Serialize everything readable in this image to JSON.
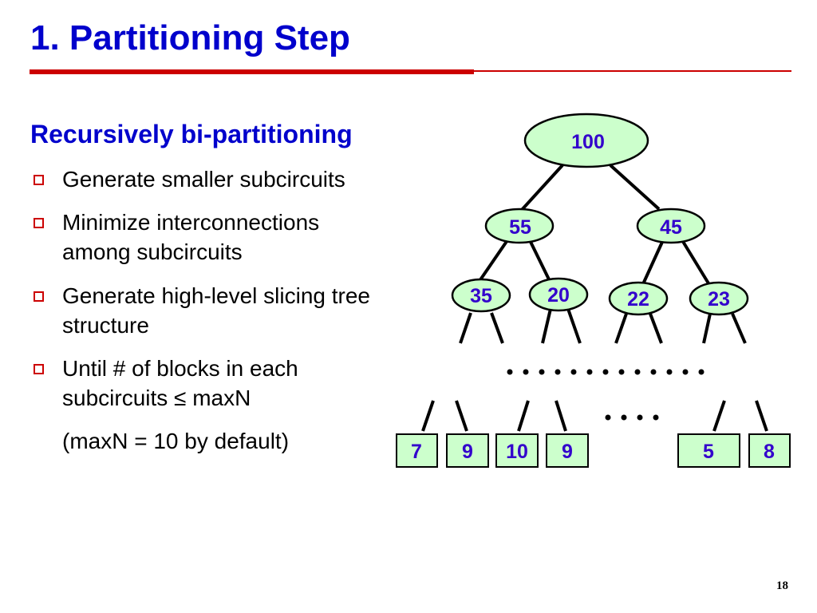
{
  "slide": {
    "title": "1. Partitioning Step",
    "subheading": "Recursively bi-partitioning",
    "bullets": [
      {
        "lines": [
          "Generate smaller subcircuits"
        ]
      },
      {
        "lines": [
          "Minimize interconnections",
          "among subcircuits"
        ]
      },
      {
        "lines": [
          "Generate high-level slicing tree",
          "structure"
        ]
      },
      {
        "lines": [
          "Until # of blocks in each",
          "subcircuits ≤ maxN"
        ]
      }
    ],
    "note": "(maxN = 10 by default)",
    "page_number": "18"
  },
  "tree": {
    "root": "100",
    "level1": [
      "55",
      "45"
    ],
    "level2": [
      "35",
      "20",
      "22",
      "23"
    ],
    "leaves": [
      "7",
      "9",
      "10",
      "9",
      "5",
      "8"
    ]
  },
  "colors": {
    "title": "#0000cc",
    "rule": "#cc0000",
    "bullet_box": "#cc0000",
    "node_fill": "#ccffcc",
    "node_text": "#3300cc",
    "line": "#000000"
  }
}
